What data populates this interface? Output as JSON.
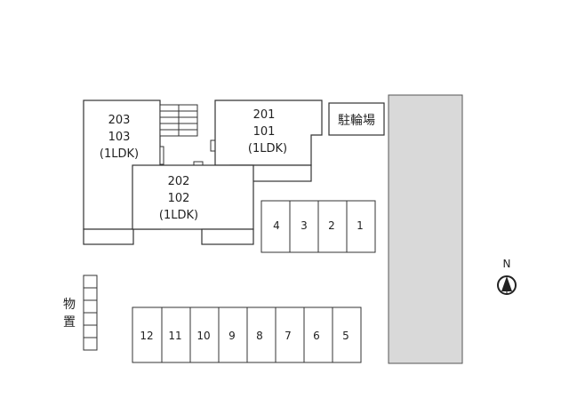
{
  "units": {
    "left": {
      "upper": "203",
      "lower": "103",
      "type": "(1LDK)"
    },
    "right": {
      "upper": "201",
      "lower": "101",
      "type": "(1LDK)"
    },
    "center": {
      "upper": "202",
      "lower": "102",
      "type": "(1LDK)"
    }
  },
  "bicycle_parking": "駐輪場",
  "storage": {
    "char1": "物",
    "char2": "置"
  },
  "parking_upper": [
    "4",
    "3",
    "2",
    "1"
  ],
  "parking_lower": [
    "12",
    "11",
    "10",
    "9",
    "8",
    "7",
    "6",
    "5"
  ],
  "north": "N",
  "colors": {
    "road": "#d9d9d9",
    "line": "#333333"
  }
}
